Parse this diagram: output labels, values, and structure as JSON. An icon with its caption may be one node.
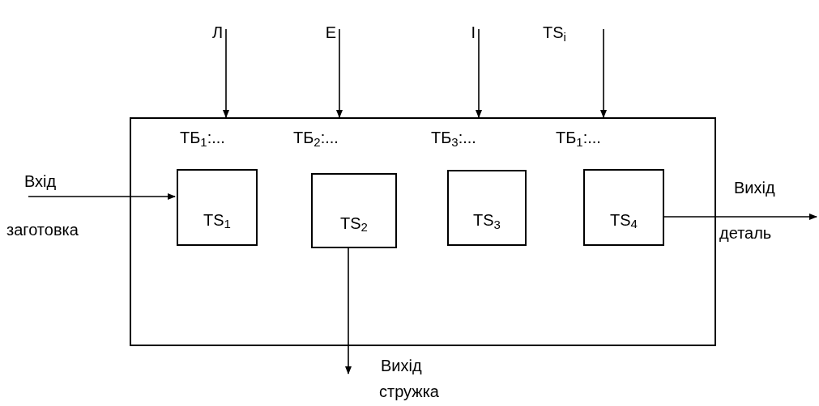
{
  "diagram": {
    "nodes": [
      {
        "text": [
          "Л"
        ]
      },
      {
        "text": [
          "E"
        ]
      },
      {
        "text": [
          "I"
        ]
      },
      {
        "text": [
          "TS$_{i}$"
        ]
      },
      {
        "text": [],
        "shape": "box"
      },
      {
        "text": [
          "TS$_{1}$"
        ],
        "in": 4
      },
      {
        "text": [
          "TS$_{2}$"
        ],
        "in": 4
      },
      {
        "text": [
          "TS$_{3}$"
        ],
        "in": 4
      },
      {
        "text": [
          "TS$_{4}$"
        ],
        "in": 4
      },
      {
        "text": [
          "Вхід"
        ]
      }
    ],
    "edges": [
      {
        "from": 0,
        "to": 4,
        "arrow": "to"
      },
      {
        "from": 1,
        "to": 4,
        "arrow": "to"
      },
      {
        "from": 2,
        "to": 4,
        "arrow": "to"
      },
      {
        "from": 3,
        "to": 4,
        "arrow": "to"
      },
      {
        "from": 9,
        "to": 5,
        "arrow": "to"
      },
      {
        "from": 8,
        "to": null,
        "arrow": "to"
      },
      {
        "from": 6,
        "to": null,
        "arrow": "to"
      }
    ],
    "labels": [
      "ТБ$_{1}$:...",
      "ТБ$_{2}$:...",
      "ТБ$_{3}$:...",
      "ТБ$_{1}$:...",
      "Вихід",
      "заготовка",
      "деталь",
      "Вихід",
      "стружка"
    ]
  }
}
